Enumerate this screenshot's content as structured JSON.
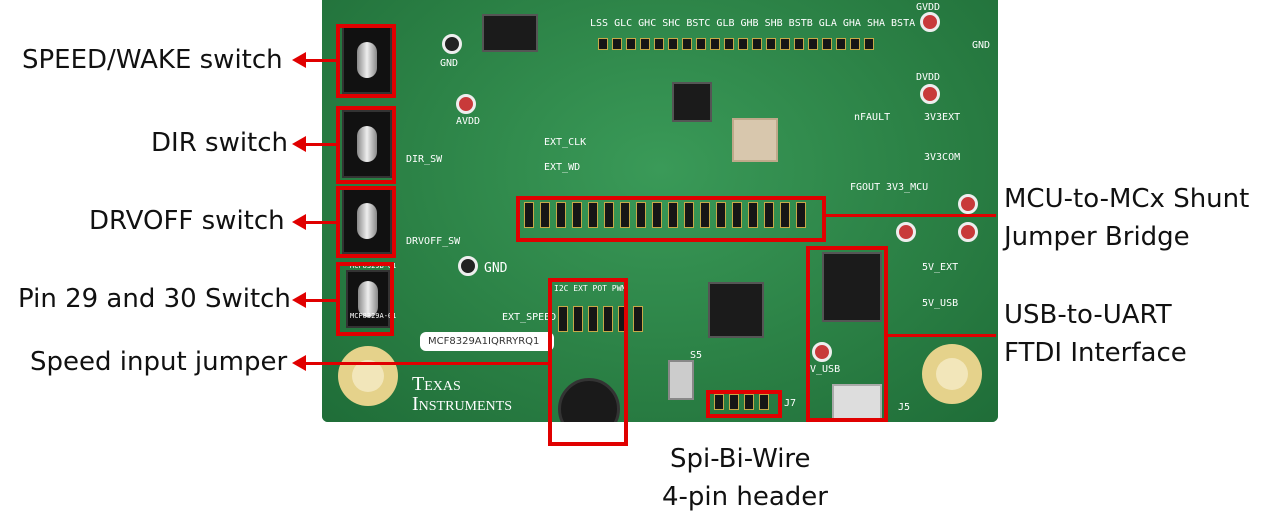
{
  "annotations": {
    "speed_wake": "SPEED/WAKE switch",
    "dir": "DIR switch",
    "drvoff": "DRVOFF switch",
    "pin29_30": "Pin 29 and 30 Switch",
    "speed_input": "Speed input jumper",
    "mcu_shunt_line1": "MCU-to-MCx Shunt",
    "mcu_shunt_line2": "Jumper Bridge",
    "usb_uart_line1": "USB-to-UART",
    "usb_uart_line2": "FTDI Interface",
    "spi_line1": "Spi-Bi-Wire",
    "spi_line2": "4-pin header"
  },
  "silkscreen": {
    "gnd_top": "GND",
    "gnd_mid": "GND",
    "avdd": "AVDD",
    "dir_sw": "DIR_SW",
    "drvoff_sw": "DRVOFF_SW",
    "ext_clk": "EXT_CLK",
    "ext_wd": "EXT_WD",
    "ext_speed": "EXT_SPEED",
    "header_top": "LSS  GLC  GHC  SHC  BSTC  GLB  GHB  SHB  BSTB  GLA  GHA  SHA  BSTA  GND",
    "gvdd": "GVDD",
    "dvdd": "DVDD",
    "gnd_right": "GND",
    "nfault": "nFAULT",
    "v3ext": "3V3EXT",
    "v3com": "3V3COM",
    "fgout": "FGOUT",
    "v3mcu": "3V3_MCU",
    "v5ext": "5V_EXT",
    "v5usb": "5V_USB",
    "vusb": "V_USB",
    "jumper_cols": "I2C  EXT  POT  PWM",
    "mcf_label": "MCF8329A1IQRRYRQ1",
    "j5": "J5",
    "j7": "J7",
    "s5": "S5",
    "mcf_small_1": "MCF8329B-01",
    "mcf_small_2": "MCF8329A-01"
  },
  "logo": {
    "line1": "Texas",
    "line2": "Instruments"
  },
  "colors": {
    "highlight": "#e00000",
    "board": "#2d8a4a",
    "text": "#111111"
  }
}
